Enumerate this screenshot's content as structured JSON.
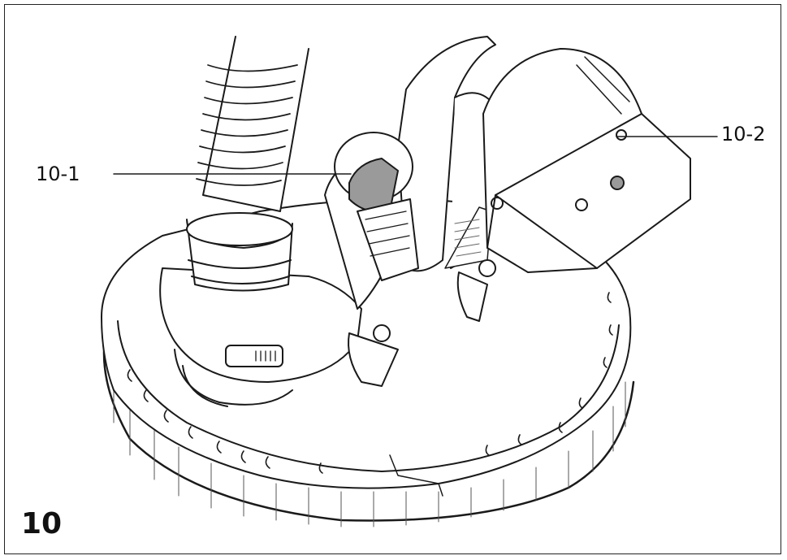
{
  "figure": {
    "number": "10",
    "callouts": [
      {
        "id": "10-1",
        "label": "10-1"
      },
      {
        "id": "10-2",
        "label": "10-2"
      }
    ]
  },
  "colors": {
    "line": "#1a1a1a",
    "highlight": "#9a9a9a",
    "background": "#ffffff"
  }
}
